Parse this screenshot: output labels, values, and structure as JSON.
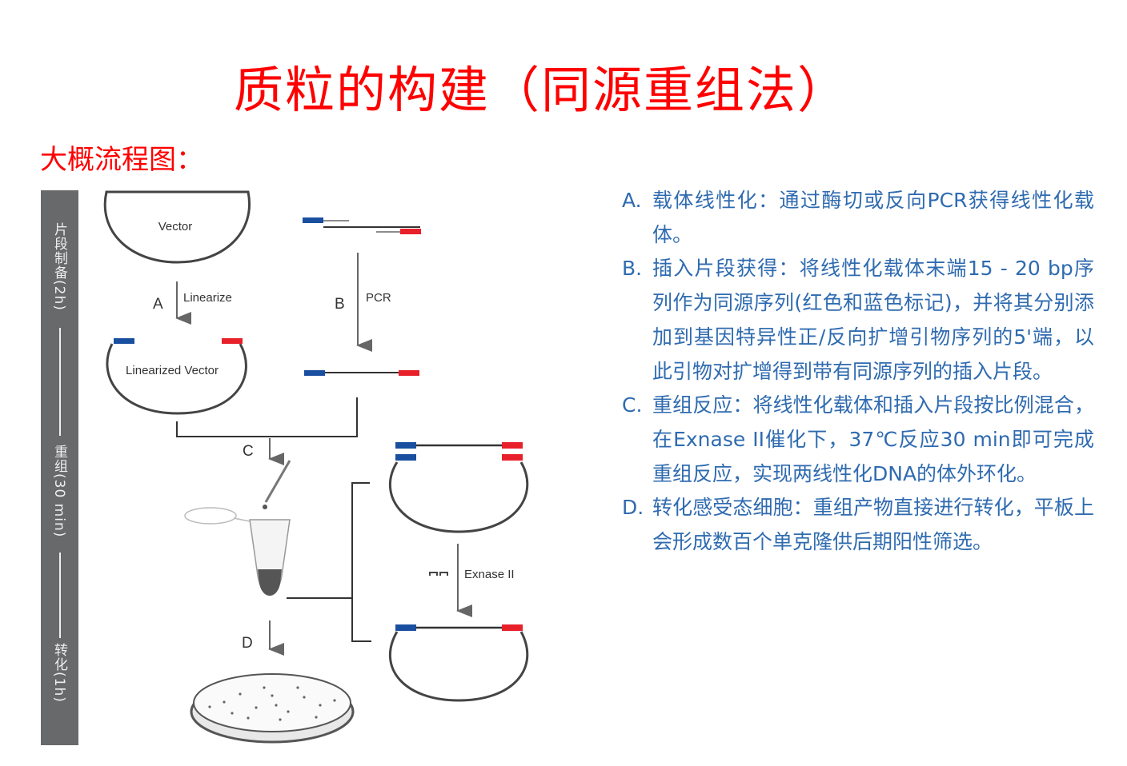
{
  "title": "质粒的构建（同源重组法）",
  "subtitle": "大概流程图：",
  "sidebar": {
    "stage1": "片段制备(2h)",
    "stage2": "重组(30 min)",
    "stage3": "转化(1h)"
  },
  "diagram": {
    "vector": "Vector",
    "step_a": "A",
    "linearize": "Linearize",
    "linearized_vector": "Linearized Vector",
    "step_b": "B",
    "pcr": "PCR",
    "step_c": "C",
    "step_d": "D",
    "exnase": "Exnase II",
    "colors": {
      "blue": "#1a4fa0",
      "red": "#e8202a",
      "line": "#444444"
    }
  },
  "steps": [
    {
      "label": "A.",
      "text": "载体线性化：通过酶切或反向PCR获得线性化载体。"
    },
    {
      "label": "B.",
      "text": "插入片段获得：将线性化载体末端15 - 20 bp序列作为同源序列(红色和蓝色标记)，并将其分别添加到基因特异性正/反向扩增引物序列的5'端，以此引物对扩增得到带有同源序列的插入片段。"
    },
    {
      "label": "C.",
      "text": "重组反应：将线性化载体和插入片段按比例混合，在Exnase II催化下，37℃反应30 min即可完成重组反应，实现两线性化DNA的体外环化。"
    },
    {
      "label": "D.",
      "text": "转化感受态细胞：重组产物直接进行转化，平板上会形成数百个单克隆供后期阳性筛选。"
    }
  ]
}
